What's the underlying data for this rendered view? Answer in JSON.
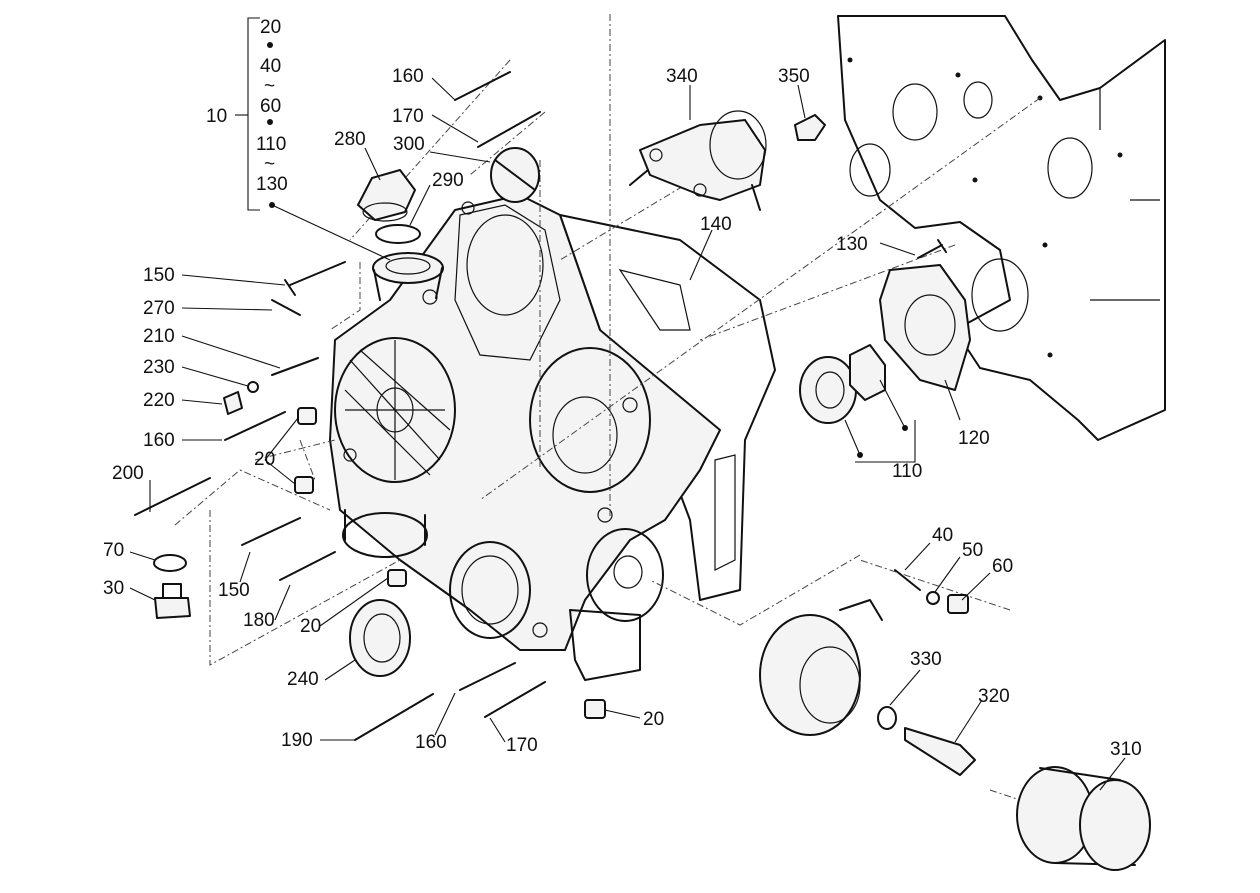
{
  "callouts": {
    "c10": "10",
    "c10_group": [
      "20",
      "40",
      "~",
      "60",
      "110",
      "~",
      "130"
    ],
    "c20a": "20",
    "c20b": "20",
    "c20c": "20",
    "c30": "30",
    "c40": "40",
    "c50": "50",
    "c60": "60",
    "c70": "70",
    "c110": "110",
    "c120": "120",
    "c130": "130",
    "c140": "140",
    "c150a": "150",
    "c150b": "150",
    "c160a": "160",
    "c160b": "160",
    "c160c": "160",
    "c170a": "170",
    "c170b": "170",
    "c180": "180",
    "c190": "190",
    "c200": "200",
    "c210": "210",
    "c220": "220",
    "c230": "230",
    "c240": "240",
    "c270": "270",
    "c280": "280",
    "c290": "290",
    "c300": "300",
    "c310": "310",
    "c320": "320",
    "c330": "330",
    "c340": "340",
    "c350": "350"
  }
}
